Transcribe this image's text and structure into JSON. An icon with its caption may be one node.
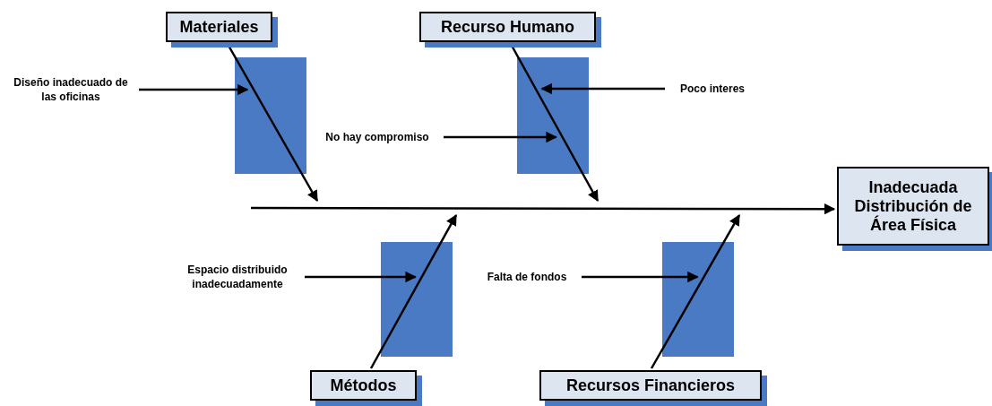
{
  "diagram": {
    "nodes": [
      {
        "text": [
          "Materiales"
        ]
      },
      {
        "text": [
          "Recurso Humano"
        ]
      },
      {
        "text": [
          "Diseño inadecuado de las oficinas"
        ]
      },
      {
        "text": [
          "Poco interes"
        ]
      },
      {
        "text": [
          "No hay compromiso"
        ]
      },
      {
        "text": [
          "Inadecuada Distribución de Área Física"
        ]
      },
      {
        "text": [
          "Espacio distribuido inadecuadamente"
        ]
      },
      {
        "text": [
          "Falta de fondos"
        ]
      },
      {
        "text": [
          "Métodos"
        ]
      },
      {
        "text": [
          "Recursos Financieros"
        ]
      }
    ],
    "edges": [
      {
        "from": null,
        "to": 5,
        "arrow": "to"
      },
      {
        "from": 0,
        "to": null,
        "arrow": "to"
      },
      {
        "from": 1,
        "to": null,
        "arrow": "to"
      },
      {
        "from": 8,
        "to": null,
        "arrow": "to"
      },
      {
        "from": 9,
        "to": null,
        "arrow": "to"
      },
      {
        "from": 2,
        "to": 0,
        "arrow": "to"
      },
      {
        "from": 3,
        "to": 1,
        "arrow": "to"
      },
      {
        "from": 4,
        "to": 1,
        "arrow": "to"
      },
      {
        "from": 6,
        "to": 8,
        "arrow": "to"
      },
      {
        "from": 7,
        "to": 9,
        "arrow": "to"
      }
    ]
  }
}
